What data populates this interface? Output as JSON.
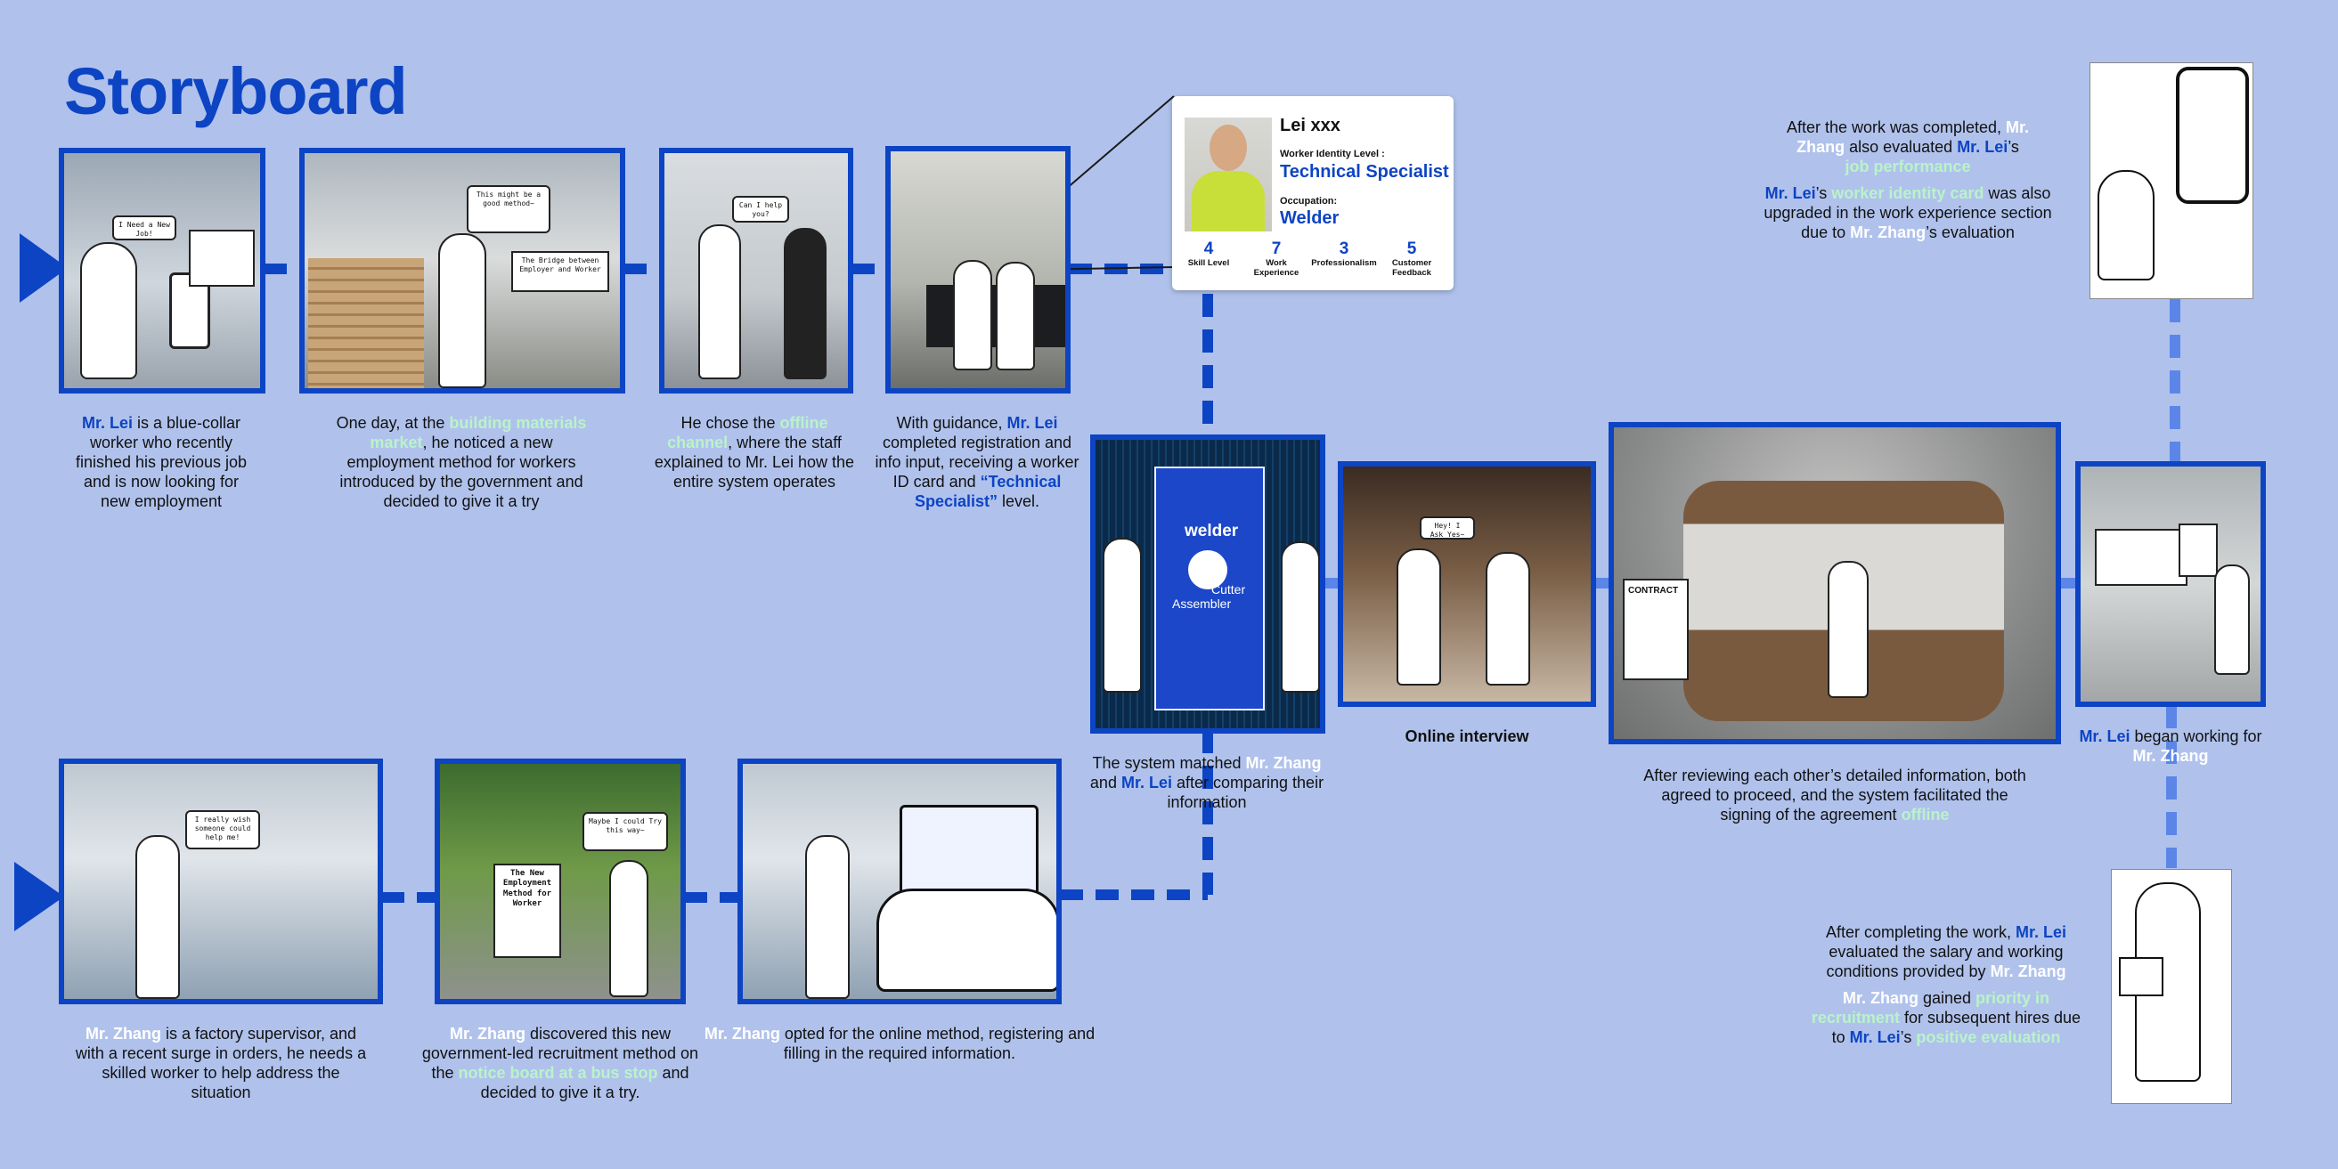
{
  "title": "Storyboard",
  "bubbles": {
    "p1": "I Need a New Job!",
    "p2": "This might be a good method~",
    "p2_sign": "The Bridge between Employer and Worker",
    "p3": "Can I help you?",
    "p5_screen_title": "welder",
    "p5_screen_sub1": "Cutter",
    "p5_screen_sub2": "Assembler",
    "p6": "Hey! I Ask Yes~",
    "p7_contract": "CONTRACT",
    "b1": "I really wish someone could help me!",
    "b2": "Maybe I could Try this way~",
    "b2_board": "The New Employment Method for Worker"
  },
  "id_card": {
    "name": "Lei xxx",
    "level_label": "Worker Identity Level :",
    "level_value": "Technical Specialist",
    "occupation_label": "Occupation:",
    "occupation_value": "Welder",
    "stats": [
      {
        "value": "4",
        "label": "Skill Level"
      },
      {
        "value": "7",
        "label": "Work Experience"
      },
      {
        "value": "3",
        "label": "Professionalism"
      },
      {
        "value": "5",
        "label": "Customer Feedback"
      }
    ]
  },
  "captions": {
    "p1": [
      [
        "Mr. Lei",
        "b"
      ],
      [
        " is a blue-collar worker who recently finished his previous job and is now looking for new employment",
        ""
      ]
    ],
    "p2": [
      [
        "One day, at the ",
        ""
      ],
      [
        "building materials market",
        "g"
      ],
      [
        ", he noticed a new employment method for workers introduced by the government and decided to give it a try",
        ""
      ]
    ],
    "p3": [
      [
        "He chose the ",
        ""
      ],
      [
        "offline channel",
        "g"
      ],
      [
        ", where the staff explained to Mr. Lei how the entire system operates",
        ""
      ]
    ],
    "p4": [
      [
        "With guidance, ",
        ""
      ],
      [
        "Mr. Lei",
        "b"
      ],
      [
        " completed registration and info input, receiving a worker ID card and ",
        ""
      ],
      [
        "“Technical Specialist”",
        "b"
      ],
      [
        " level.",
        ""
      ]
    ],
    "p5": [
      [
        "The system matched ",
        ""
      ],
      [
        "Mr. Zhang",
        "w"
      ],
      [
        " and ",
        ""
      ],
      [
        "Mr. Lei",
        "b"
      ],
      [
        " after comparing their information",
        ""
      ]
    ],
    "p6": [
      [
        "Online interview",
        "strong"
      ]
    ],
    "p7": [
      [
        "After reviewing each other’s detailed information, both agreed to proceed, and the system facilitated the signing of the agreement ",
        ""
      ],
      [
        "offline",
        "g"
      ]
    ],
    "p8": [
      [
        "Mr. Lei",
        "b"
      ],
      [
        " began working for ",
        ""
      ],
      [
        "Mr. Zhang",
        "w"
      ]
    ],
    "b1": [
      [
        "Mr. Zhang",
        "w"
      ],
      [
        " is a factory supervisor, and with a recent surge in orders, he needs a skilled worker to help address the situation",
        ""
      ]
    ],
    "b2": [
      [
        "Mr. Zhang",
        "w"
      ],
      [
        " discovered this new government-led recruitment method on the ",
        ""
      ],
      [
        "notice board at a bus stop",
        "g"
      ],
      [
        " and decided to give it a try.",
        ""
      ]
    ],
    "b3": [
      [
        "Mr. Zhang",
        "w"
      ],
      [
        " opted for the online method, registering and filling in the required information.",
        ""
      ]
    ],
    "tr1": [
      [
        "After the work was completed, ",
        ""
      ],
      [
        "Mr. Zhang",
        "w"
      ],
      [
        " also evaluated ",
        ""
      ],
      [
        "Mr. Lei",
        "b"
      ],
      [
        "’s ",
        ""
      ],
      [
        "job performance",
        "g"
      ]
    ],
    "tr2": [
      [
        "Mr. Lei",
        "b"
      ],
      [
        "’s ",
        ""
      ],
      [
        "worker identity card",
        "g"
      ],
      [
        " was also upgraded in the work experience section due to ",
        ""
      ],
      [
        "Mr. Zhang",
        "w"
      ],
      [
        "’s evaluation",
        ""
      ]
    ],
    "br1": [
      [
        "After completing the work, ",
        ""
      ],
      [
        "Mr. Lei",
        "b"
      ],
      [
        " evaluated the salary and working conditions provided by ",
        ""
      ],
      [
        "Mr. Zhang",
        "w"
      ]
    ],
    "br2": [
      [
        "Mr. Zhang",
        "w"
      ],
      [
        " gained ",
        ""
      ],
      [
        "priority in recruitment",
        "g"
      ],
      [
        " for subsequent hires due to ",
        ""
      ],
      [
        "Mr. Lei",
        "b"
      ],
      [
        "’s ",
        ""
      ],
      [
        "positive evaluation",
        "g"
      ]
    ]
  },
  "colors": {
    "background": "#b0c2ec",
    "accent": "#0d44c4",
    "highlight_green": "#b9f3c9",
    "highlight_white": "#ffffff",
    "connector": "#5b86e8"
  }
}
